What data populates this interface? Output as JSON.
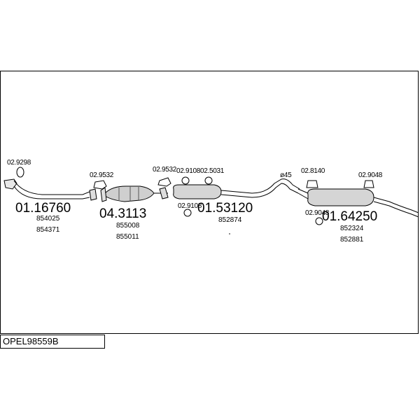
{
  "code": "OPEL98559B",
  "parts": {
    "p1": "01.16760",
    "p2": "04.3113",
    "p3": "01.53120",
    "p4": "01.64250"
  },
  "refs": {
    "r1a": "854025",
    "r1b": "854371",
    "r2a": "855008",
    "r2b": "855011",
    "r3a": "852874",
    "r4a": "852324",
    "r4b": "852881"
  },
  "fittings": {
    "f1": "02.9298",
    "f2": "02.9532",
    "f3": "02.9532",
    "f4": "02.9108",
    "f5": "02.5031",
    "f6": "02.9108",
    "f7": "02.8140",
    "f8": "02.9048",
    "f9": "02.9048",
    "dia": "ø45"
  }
}
